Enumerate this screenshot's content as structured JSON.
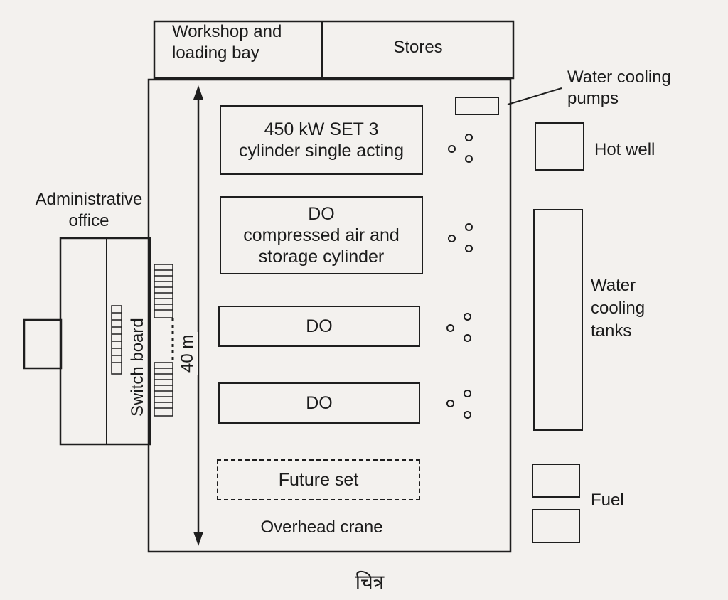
{
  "labels": {
    "workshop": "Workshop and\nloading bay",
    "stores": "Stores",
    "water_cooling_pumps": "Water cooling\npumps",
    "hot_well": "Hot well",
    "water_cooling_tanks": "Water\ncooling\ntanks",
    "fuel": "Fuel",
    "admin_office": "Administrative\noffice",
    "switch_board": "Switch board",
    "length": "40 m",
    "overhead_crane": "Overhead crane",
    "caption": "चित्र"
  },
  "sets": [
    {
      "text": "450 kW SET 3\ncylinder single acting"
    },
    {
      "text": "DO\ncompressed air and\nstorage cylinder"
    },
    {
      "text": "DO"
    },
    {
      "text": "DO"
    },
    {
      "text": "Future set"
    }
  ]
}
